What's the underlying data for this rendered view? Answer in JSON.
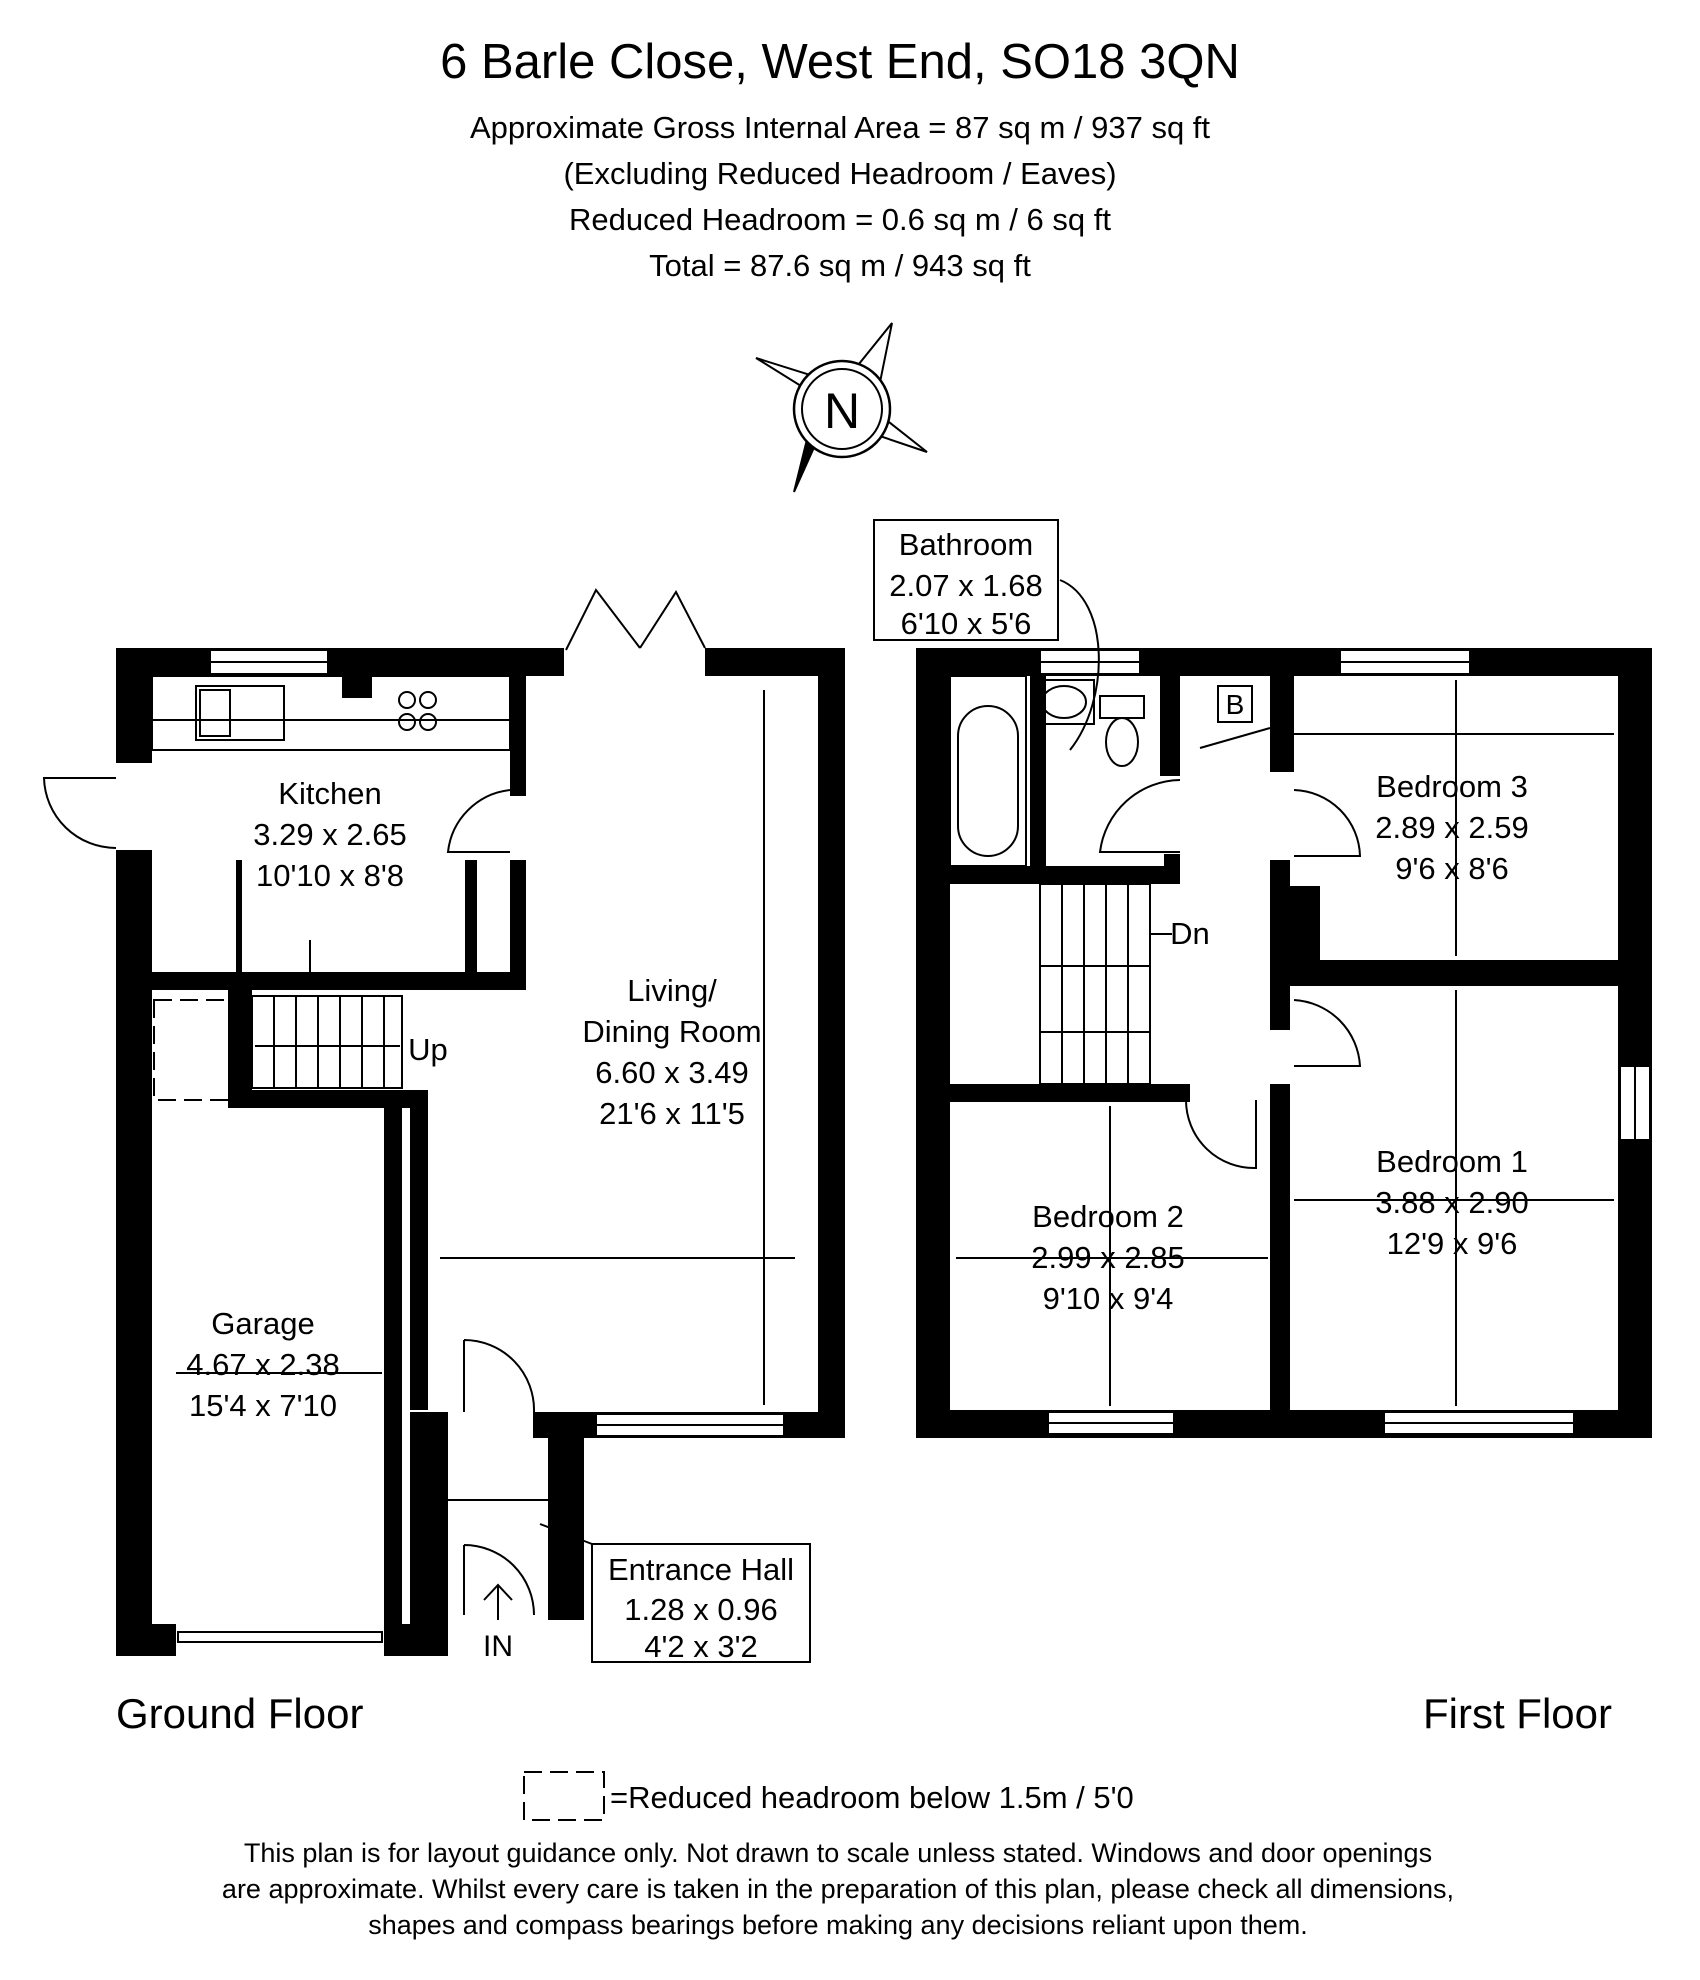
{
  "header": {
    "title": "6 Barle Close, West End, SO18 3QN",
    "area_lines": [
      "Approximate Gross Internal Area = 87 sq m / 937 sq ft",
      "(Excluding Reduced Headroom / Eaves)",
      "Reduced Headroom = 0.6 sq m / 6 sq ft",
      "Total = 87.6 sq m / 943 sq ft"
    ]
  },
  "compass": {
    "label": "N"
  },
  "ground_floor": {
    "label": "Ground Floor",
    "rooms": {
      "kitchen": {
        "name": "Kitchen",
        "metric": "3.29 x 2.65",
        "imperial": "10'10 x 8'8"
      },
      "living": {
        "name_line1": "Living/",
        "name_line2": "Dining Room",
        "metric": "6.60 x 3.49",
        "imperial": "21'6 x 11'5"
      },
      "garage": {
        "name": "Garage",
        "metric": "4.67 x 2.38",
        "imperial": "15'4 x 7'10"
      },
      "entrance": {
        "name": "Entrance Hall",
        "metric": "1.28 x 0.96",
        "imperial": "4'2 x 3'2"
      }
    },
    "stairs_label": "Up",
    "entry_label": "IN"
  },
  "first_floor": {
    "label": "First Floor",
    "rooms": {
      "bathroom": {
        "name": "Bathroom",
        "metric": "2.07 x 1.68",
        "imperial": "6'10 x 5'6"
      },
      "bedroom3": {
        "name": "Bedroom 3",
        "metric": "2.89 x 2.59",
        "imperial": "9'6 x 8'6"
      },
      "bedroom2": {
        "name": "Bedroom 2",
        "metric": "2.99 x 2.85",
        "imperial": "9'10 x 9'4"
      },
      "bedroom1": {
        "name": "Bedroom 1",
        "metric": "3.88 x 2.90",
        "imperial": "12'9 x 9'6"
      }
    },
    "stairs_label": "Dn",
    "boiler_label": "B"
  },
  "legend": {
    "reduced_headroom": "=Reduced headroom below 1.5m / 5'0"
  },
  "disclaimer": [
    "This plan is for layout guidance only. Not drawn to scale unless stated. Windows and door openings",
    "are approximate. Whilst every care is taken in the preparation of this plan, please check all dimensions,",
    "shapes and compass bearings before making any decisions reliant upon them."
  ]
}
